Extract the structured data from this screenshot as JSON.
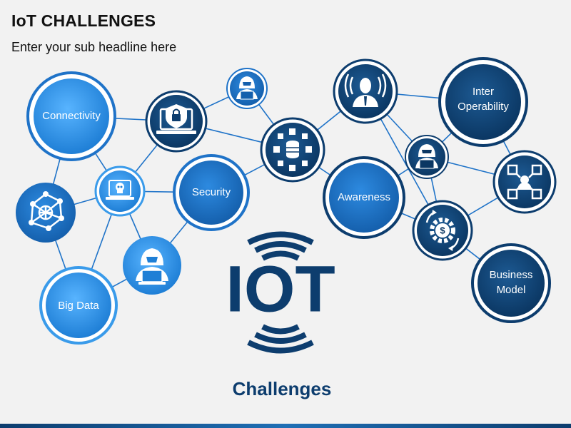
{
  "header": {
    "title": "IoT CHALLENGES",
    "subtitle": "Enter your sub headline here"
  },
  "center": {
    "logo_text": "IOT",
    "caption": "Challenges"
  },
  "nodes": {
    "connectivity": "Connectivity",
    "security": "Security",
    "big_data": "Big Data",
    "awareness": "Awareness",
    "inter_operability": [
      "Inter",
      "Operability"
    ],
    "business_model": [
      "Business",
      "Model"
    ]
  },
  "icons": [
    "network-globe-icon",
    "skull-laptop-icon",
    "hacker-laptop-icon",
    "laptop-lock-icon",
    "database-network-icon",
    "user-signal-icon",
    "dollar-gear-icon",
    "blockchain-icon"
  ],
  "colors": {
    "navy": "#0d3d6e",
    "blue": "#1f73c8",
    "light_blue": "#3a9bea",
    "link": "#1f73c8"
  }
}
